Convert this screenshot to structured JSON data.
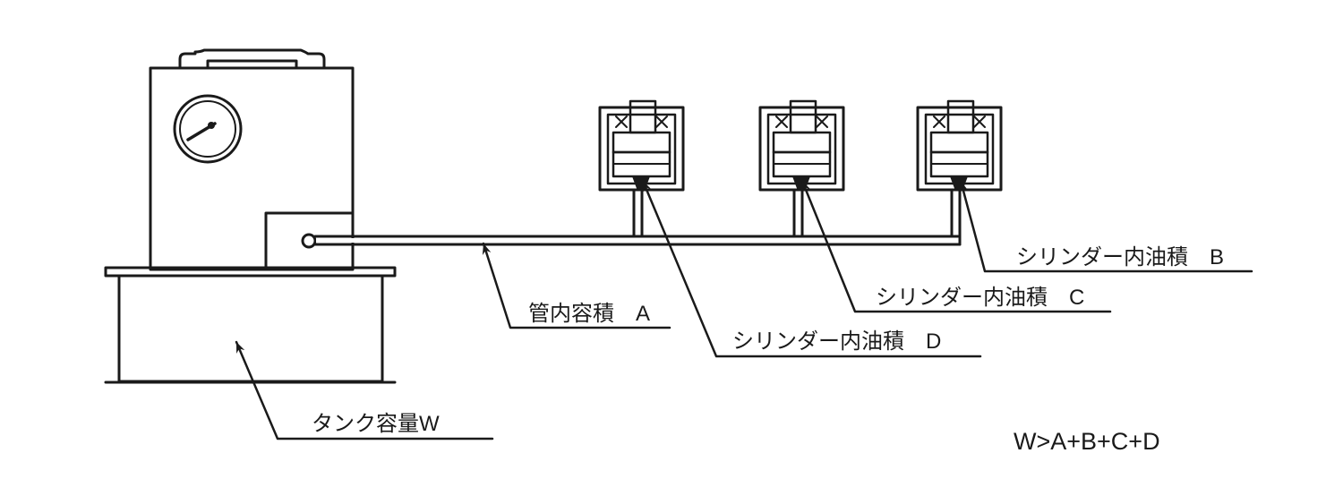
{
  "colors": {
    "ink": "#1a1a1a",
    "unit_fill": "#e9ecec",
    "cylinder_fill": "#e2f4fa",
    "background": "#ffffff"
  },
  "labels": {
    "pipe": "管内容積　A",
    "tank": "タンク容量W",
    "cylinder_b": "シリンダー内油積　B",
    "cylinder_c": "シリンダー内油積　C",
    "cylinder_d": "シリンダー内油積　D"
  },
  "formula": "W>A+B+C+D",
  "icons": {
    "gauge": "pressure-gauge-icon",
    "handle": "carry-handle-icon",
    "cylinder": "hydraulic-cylinder-icon",
    "pointer": "arrow-pointer-icon"
  }
}
